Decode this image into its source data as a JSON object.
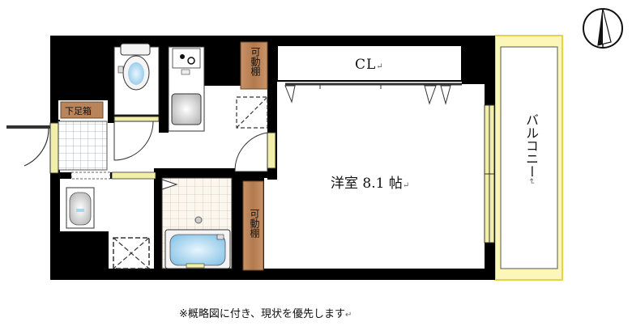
{
  "rooms": {
    "closet": "CL",
    "western_room": "洋室 8.1 帖",
    "balcony": "バルコニー",
    "shoe_box": "下足箱",
    "shelf_top": "可動棚",
    "shelf_bottom": "可動棚"
  },
  "return_mark": "↵",
  "footer_note": "※概略図に付き、現状を優先します",
  "colors": {
    "wall": "#000000",
    "wood": "#b9845a",
    "balcony": "#fcf7b8",
    "balcony_border": "#e6d84a",
    "tile": "#a7b5b8",
    "fixture_blue": "#a9d6ef",
    "window_yellow": "#f2f0a8"
  }
}
